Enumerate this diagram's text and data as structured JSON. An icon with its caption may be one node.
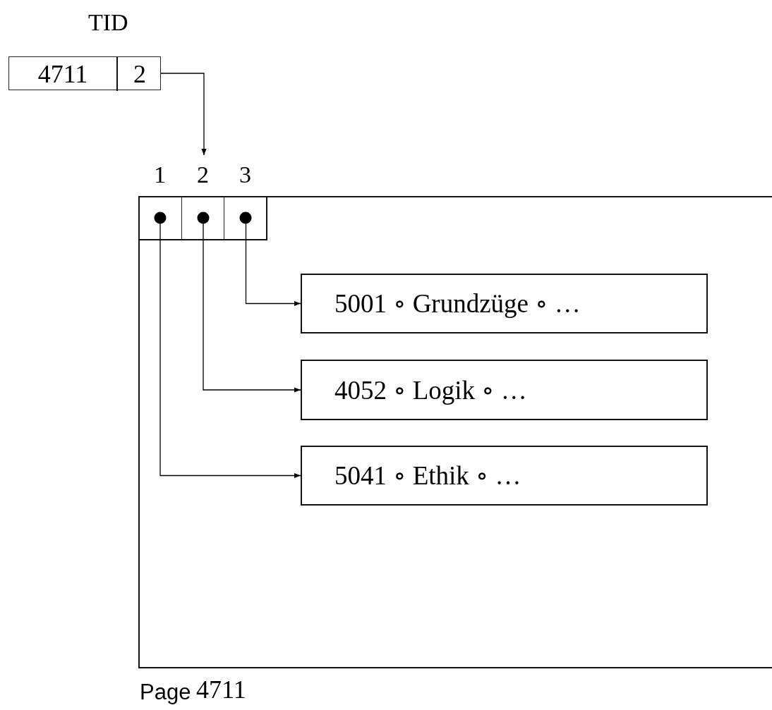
{
  "diagram": {
    "nodes": [
      {
        "text": [
          "TID"
        ]
      },
      {
        "text": [
          "4711"
        ],
        "in": 0
      },
      {
        "text": [
          "2"
        ],
        "in": 0
      },
      {
        "text": [
          "Page",
          "4711"
        ]
      },
      {
        "text": [],
        "shape": "box",
        "in": 3,
        "beside": [
          "1"
        ]
      },
      {
        "text": [],
        "shape": "box",
        "in": 3,
        "beside": [
          "2"
        ]
      },
      {
        "text": [],
        "shape": "box",
        "in": 3,
        "beside": [
          "3"
        ]
      },
      {
        "text": [
          "5001 ∘ Grundzüge ∘ …"
        ],
        "in": 3
      },
      {
        "text": [
          "4052 ∘ Logik ∘ …"
        ],
        "in": 3
      },
      {
        "text": [
          "5041 ∘ Ethik ∘ …"
        ],
        "in": 3
      }
    ],
    "edges": [
      {
        "from": 2,
        "to": 5,
        "arrow": "to"
      },
      {
        "from": 6,
        "to": 7,
        "arrow": "to"
      },
      {
        "from": 5,
        "to": 8,
        "arrow": "to"
      },
      {
        "from": 4,
        "to": 9,
        "arrow": "to"
      }
    ]
  }
}
